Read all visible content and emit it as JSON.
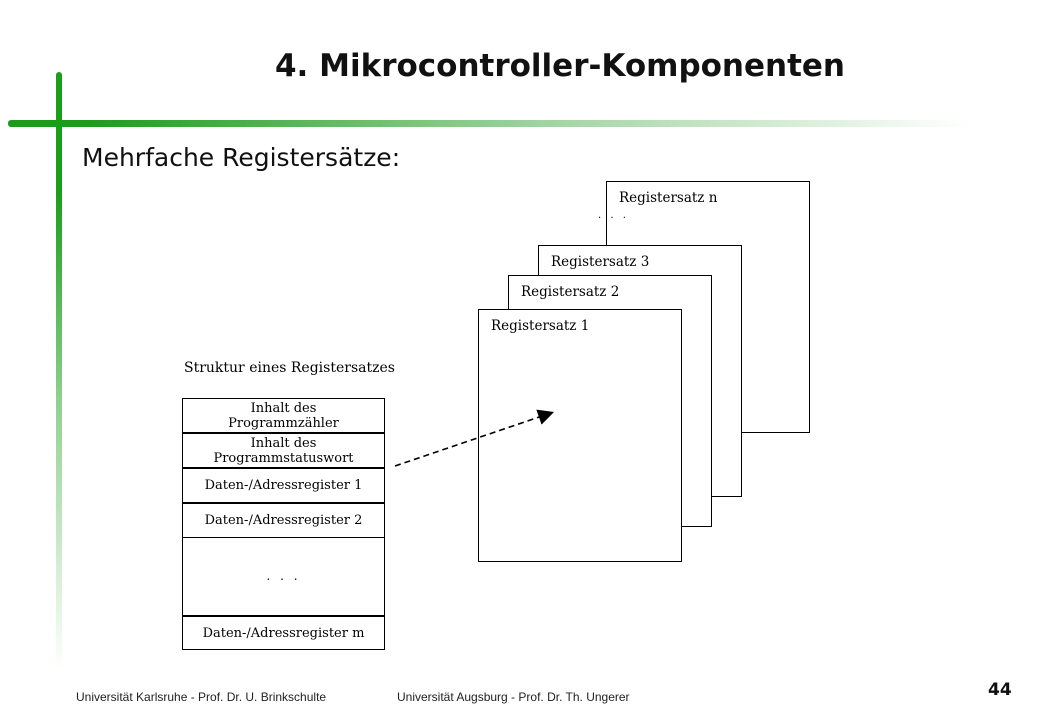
{
  "slide": {
    "title": "4. Mikrocontroller-Komponenten",
    "subtitle": "Mehrfache Registersätze:"
  },
  "structure": {
    "heading": "Struktur eines Registersatzes",
    "cells": {
      "pc_line1": "Inhalt des",
      "pc_line2": "Programmzähler",
      "psw_line1": "Inhalt des",
      "psw_line2": "Programmstatuswort",
      "reg1": "Daten-/Adressregister 1",
      "reg2": "Daten-/Adressregister 2",
      "ellipsis": ". . .",
      "regm": "Daten-/Adressregister m"
    }
  },
  "register_sets": {
    "n": "Registersatz n",
    "ellipsis": ". . .",
    "three": "Registersatz 3",
    "two": "Registersatz 2",
    "one": "Registersatz 1"
  },
  "footer": {
    "left": "Universität Karlsruhe  -  Prof. Dr. U. Brinkschulte",
    "right": "Universität Augsburg - Prof. Dr. Th. Ungerer",
    "page": "44"
  }
}
